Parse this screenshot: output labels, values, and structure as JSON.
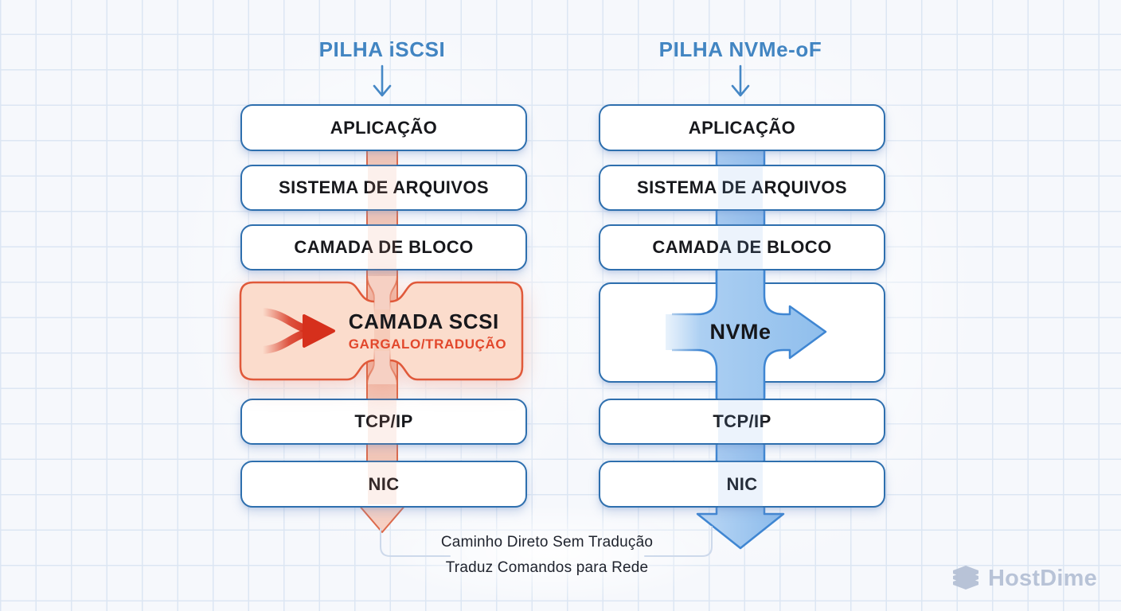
{
  "diagram": {
    "stacks": [
      {
        "title": "PILHA iSCSI",
        "accent_color": "#e0593a",
        "boxes": [
          {
            "label": "APLICAÇÃO",
            "type": "normal"
          },
          {
            "label": "SISTEMA DE ARQUIVOS",
            "type": "normal"
          },
          {
            "label": "CAMADA DE BLOCO",
            "type": "normal"
          },
          {
            "label": "CAMADA SCSI",
            "sublabel": "GARGALO/TRADUÇÃO",
            "type": "bottleneck"
          },
          {
            "label": "TCP/IP",
            "type": "normal"
          },
          {
            "label": "NIC",
            "type": "normal"
          }
        ]
      },
      {
        "title": "PILHA NVMe-oF",
        "accent_color": "#4a90d8",
        "boxes": [
          {
            "label": "APLICAÇÃO",
            "type": "normal"
          },
          {
            "label": "SISTEMA DE ARQUIVOS",
            "type": "normal"
          },
          {
            "label": "CAMADA DE BLOCO",
            "type": "normal"
          },
          {
            "label": "NVMe",
            "type": "direct-flow"
          },
          {
            "label": "TCP/IP",
            "type": "normal"
          },
          {
            "label": "NIC",
            "type": "normal"
          }
        ]
      }
    ],
    "captions": {
      "line1": "Caminho Direto Sem Tradução",
      "line2": "Traduz Comandos para Rede"
    },
    "logo": {
      "text": "HostDime"
    },
    "colors": {
      "title_blue": "#4285c2",
      "box_border_blue": "#2e6fae",
      "box_text": "#17181c",
      "grid_line": "#dce6f3",
      "iscsi_flow_fill": "#f6d0c3",
      "iscsi_flow_edge": "#dd6a4b",
      "scsi_box_fill": "#fbdccc",
      "scsi_box_border": "#e0593a",
      "scsi_sublabel_red": "#e2472b",
      "scsi_arrow_red": "#d6301c",
      "nvme_flow_fill_light": "#b7d6f4",
      "nvme_flow_fill_dark": "#8abaeb",
      "nvme_flow_edge": "#3f86d2",
      "caption_text": "#20242e",
      "connector_line": "#cdd9eb",
      "logo_gray": "#b3bfd4"
    }
  }
}
